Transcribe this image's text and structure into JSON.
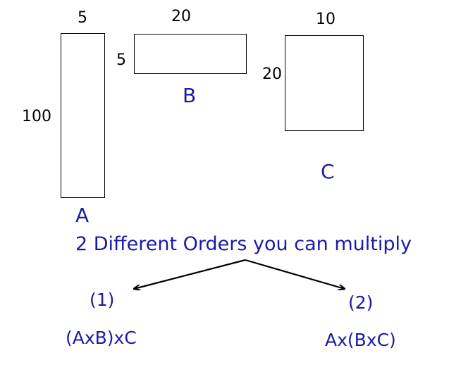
{
  "matrices": [
    {
      "name": "A",
      "rows": "100",
      "cols": "5"
    },
    {
      "name": "B",
      "rows": "5",
      "cols": "20"
    },
    {
      "name": "C",
      "rows": "20",
      "cols": "10"
    }
  ],
  "caption": "2 Different Orders you can multiply",
  "orders": [
    {
      "index": "(1)",
      "expression": "(AxB)xC"
    },
    {
      "index": "(2)",
      "expression": "Ax(BxC)"
    }
  ],
  "colors": {
    "text_blue": "#1a1aa6",
    "outline": "#000000"
  }
}
